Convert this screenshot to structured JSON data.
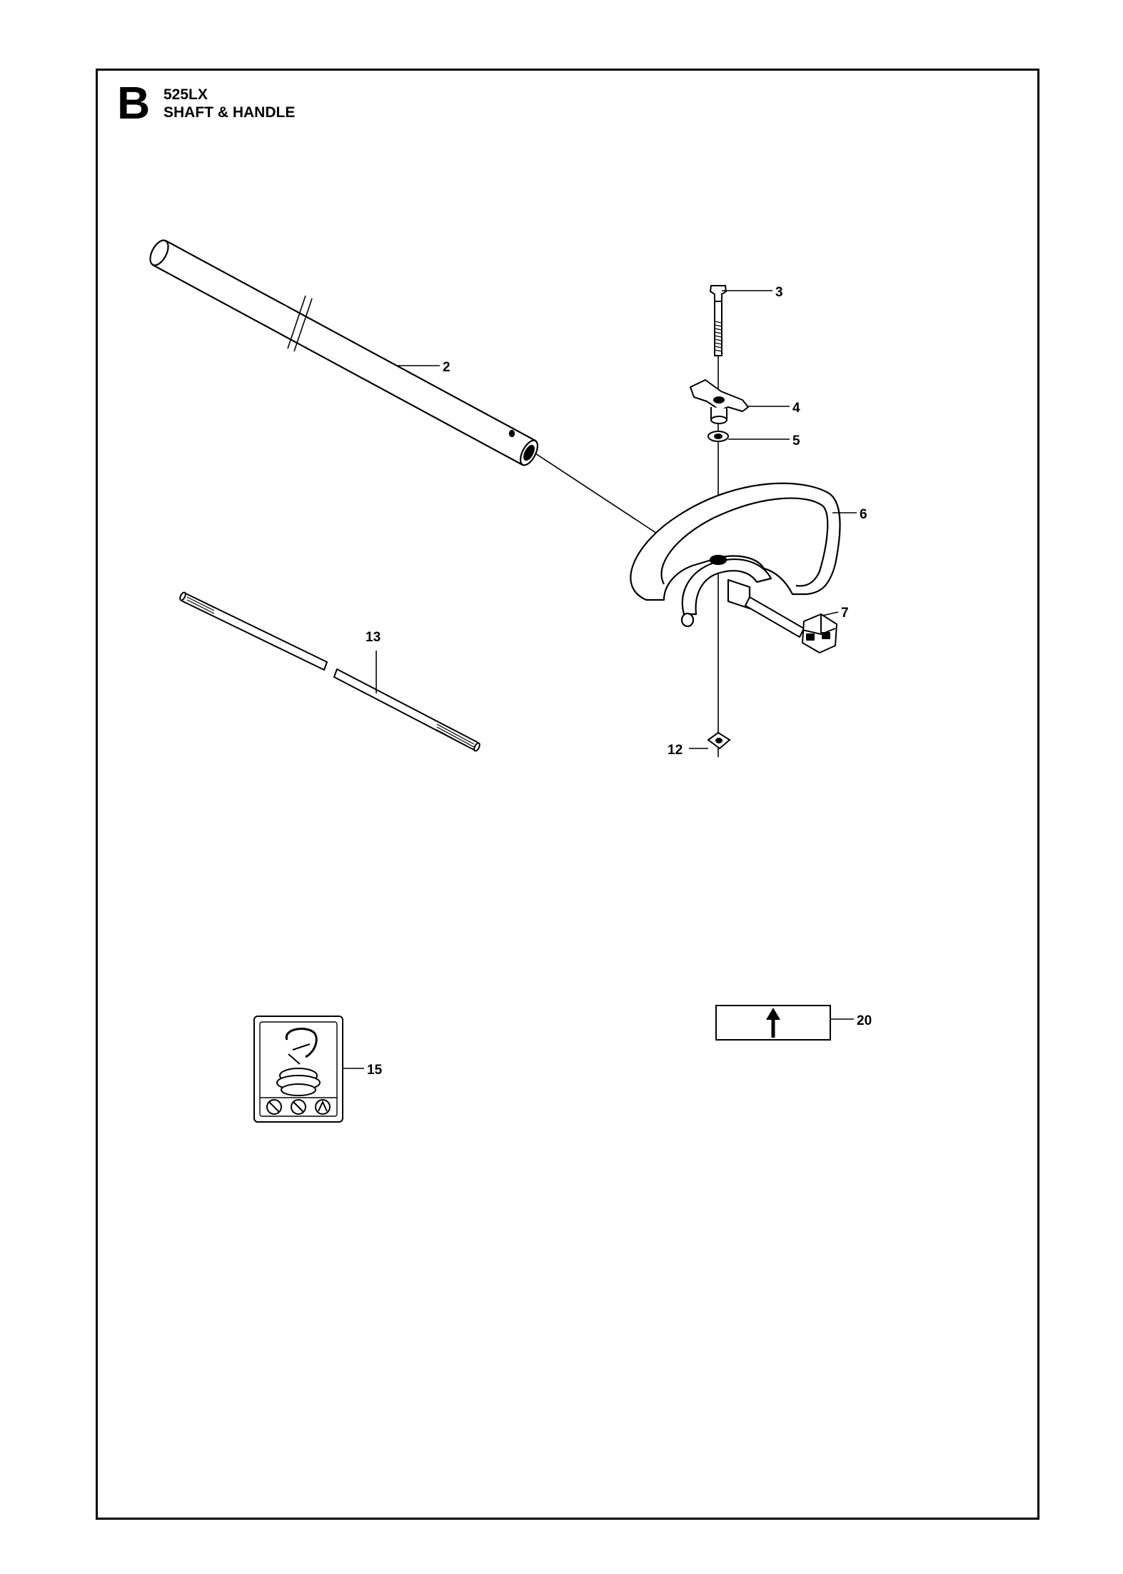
{
  "header": {
    "section_letter": "B",
    "model": "525LX",
    "title": "SHAFT & HANDLE"
  },
  "callouts": {
    "c2": "2",
    "c3": "3",
    "c4": "4",
    "c5": "5",
    "c6": "6",
    "c7": "7",
    "c12": "12",
    "c13": "13",
    "c15": "15",
    "c20": "20"
  }
}
